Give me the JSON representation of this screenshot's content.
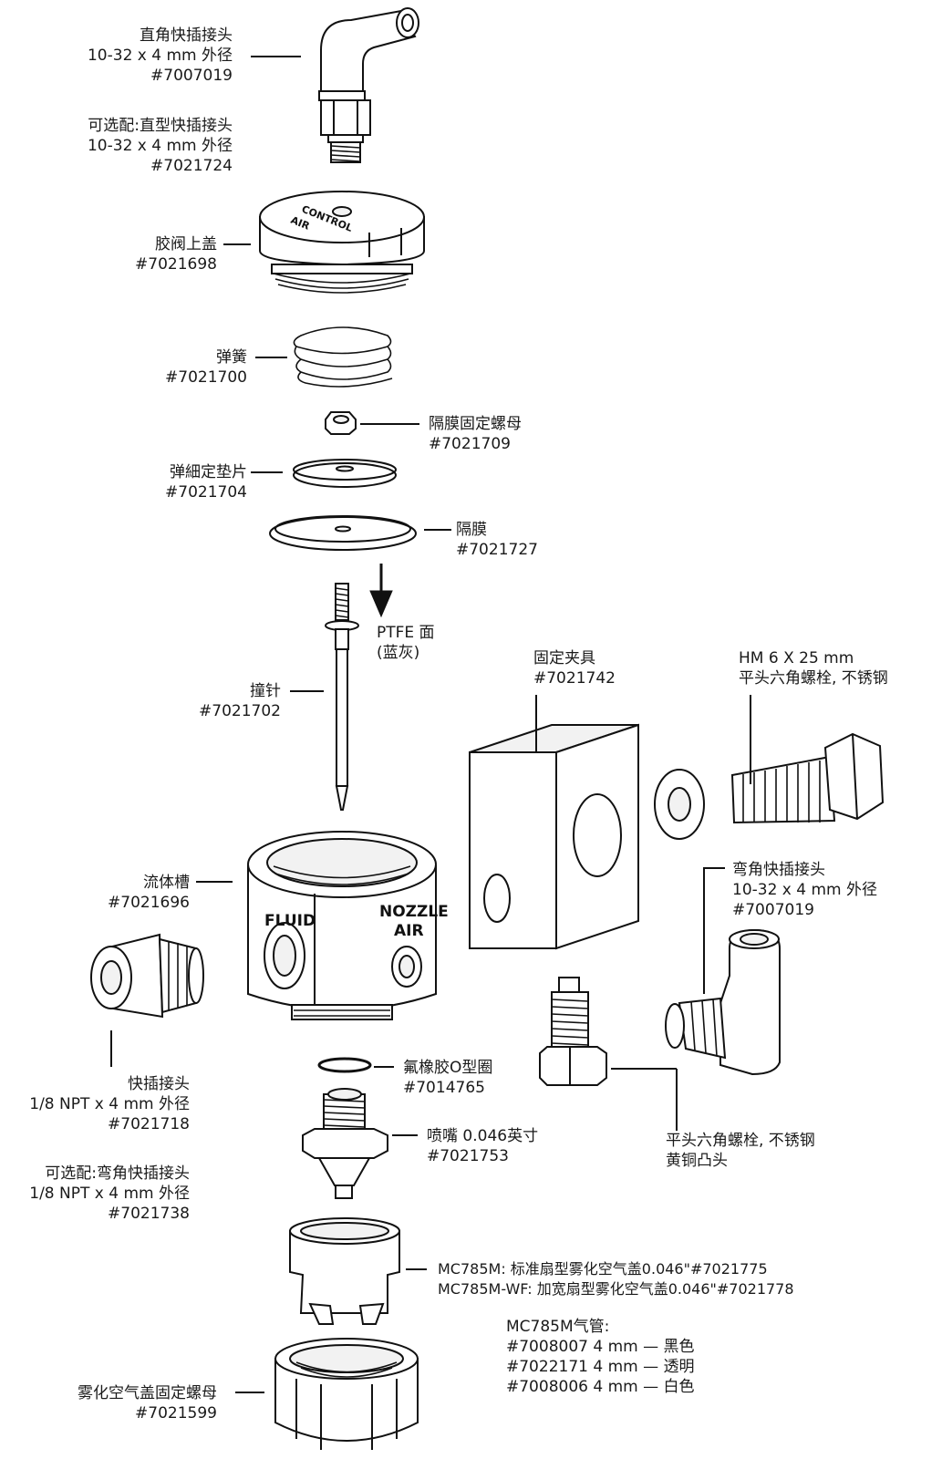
{
  "labels": {
    "elbow_top": {
      "name": "直角快插接头",
      "spec": "10-32 x 4 mm 外径",
      "pn": "#7007019"
    },
    "straight_opt": {
      "name": "可选配:直型快插接头",
      "spec": "10-32 x 4 mm 外径",
      "pn": "#7021724"
    },
    "cap": {
      "name": "胶阀上盖",
      "pn": "#7021698"
    },
    "spring": {
      "name": "弹簧",
      "pn": "#7021700"
    },
    "diaphragm_nut": {
      "name": "隔膜固定螺母",
      "pn": "#7021709"
    },
    "washer": {
      "name": "弹細定垫片",
      "pn": "#7021704"
    },
    "diaphragm": {
      "name": "隔膜",
      "pn": "#7021727"
    },
    "ptfe": {
      "line1": "PTFE 面",
      "line2": "(蓝灰)"
    },
    "needle": {
      "name": "撞针",
      "pn": "#7021702"
    },
    "bracket": {
      "name": "固定夹具",
      "pn": "#7021742"
    },
    "bolt": {
      "line1": "HM 6 X 25 mm",
      "line2": "平头六角螺栓, 不锈钢"
    },
    "elbow_side": {
      "name": "弯角快插接头",
      "spec": "10-32 x 4 mm 外径",
      "pn": "#7007019"
    },
    "fluid_body": {
      "name": "流体槽",
      "pn": "#7021696"
    },
    "quick_fitting": {
      "name": "快插接头",
      "spec": "1/8 NPT x 4 mm 外径",
      "pn": "#7021718"
    },
    "elbow_opt": {
      "name": "可选配:弯角快插接头",
      "spec": "1/8 NPT x 4 mm 外径",
      "pn": "#7021738"
    },
    "oring": {
      "name": "氟橡胶O型圈",
      "pn": "#7014765"
    },
    "nozzle": {
      "name": "喷嘴 0.046英寸",
      "pn": "#7021753"
    },
    "hex_bolt": {
      "line1": "平头六角螺栓, 不锈钢",
      "line2": "黄铜凸头"
    },
    "air_cap": {
      "line1": "MC785M: 标准扇型雾化空气盖0.046\"#7021775",
      "line2": "MC785M-WF: 加宽扇型雾化空气盖0.046\"#7021778"
    },
    "air_tube": {
      "title": "MC785M气管:",
      "line1": "#7008007 4 mm — 黑色",
      "line2": "#7022171 4 mm — 透明",
      "line3": "#7008006 4 mm — 白色"
    },
    "retaining_nut": {
      "name": "雾化空气盖固定螺母",
      "pn": "#7021599"
    }
  },
  "part_markings": {
    "cap_text1": "CONTROL",
    "cap_text2": "AIR",
    "body_fluid": "FLUID",
    "body_nozzle": "NOZZLE",
    "body_air": "AIR"
  }
}
